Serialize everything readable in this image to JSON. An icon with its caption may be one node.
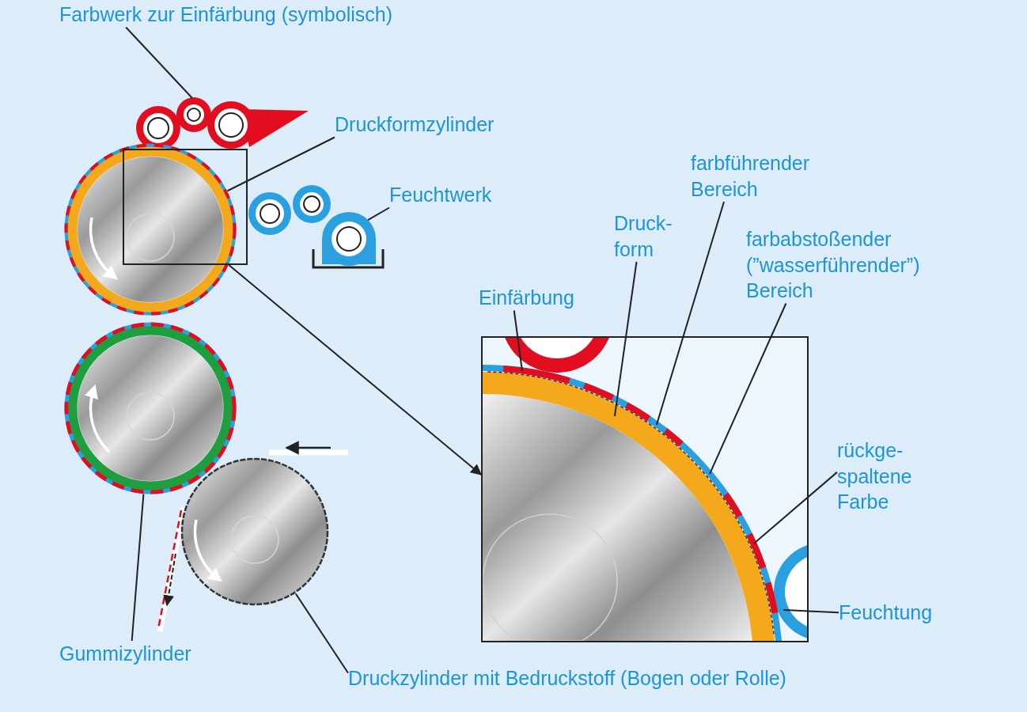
{
  "diagram": {
    "nodes": [
      {
        "text": [
          "Farbwerk zur Einfärbung (symbolisch)"
        ]
      },
      {
        "text": [],
        "shape": "picture"
      },
      {
        "text": [
          "Druckformzylinder"
        ]
      },
      {
        "text": [],
        "shape": "circle"
      },
      {
        "text": [],
        "shape": "box"
      },
      {
        "text": [
          "Feuchtwerk"
        ]
      },
      {
        "text": [],
        "shape": "picture"
      },
      {
        "text": [
          "farbführender Bereich"
        ]
      },
      {
        "text": [
          "Druck- form"
        ]
      },
      {
        "text": [
          "farbabstoßender (”wasserführender”) Bereich"
        ]
      },
      {
        "text": [
          "Einfärbung"
        ]
      },
      {
        "text": [],
        "shape": "box"
      },
      {
        "text": [
          "rückge- spaltene Farbe"
        ]
      },
      {
        "text": [
          "Feuchtung"
        ]
      },
      {
        "text": [],
        "shape": "circle"
      },
      {
        "text": [],
        "shape": "circle"
      },
      {
        "text": [
          "Gummizylinder"
        ]
      },
      {
        "text": [
          "Druckzylinder mit Bedruckstoff (Bogen oder Rolle)"
        ]
      }
    ],
    "edges": [
      {
        "from": 0,
        "to": 1,
        "arrow": "none"
      },
      {
        "from": 2,
        "to": 3,
        "arrow": "none"
      },
      {
        "from": 5,
        "to": 6,
        "arrow": "none"
      },
      {
        "from": 4,
        "to": 11,
        "arrow": "to"
      },
      {
        "from": 10,
        "to": 11,
        "arrow": "none"
      },
      {
        "from": 8,
        "to": 11,
        "arrow": "none"
      },
      {
        "from": 7,
        "to": 11,
        "arrow": "none"
      },
      {
        "from": 9,
        "to": 11,
        "arrow": "none"
      },
      {
        "from": 12,
        "to": 11,
        "arrow": "none"
      },
      {
        "from": 13,
        "to": 11,
        "arrow": "none"
      },
      {
        "from": 16,
        "to": 14,
        "arrow": "none"
      },
      {
        "from": 17,
        "to": 15,
        "arrow": "none"
      }
    ]
  }
}
